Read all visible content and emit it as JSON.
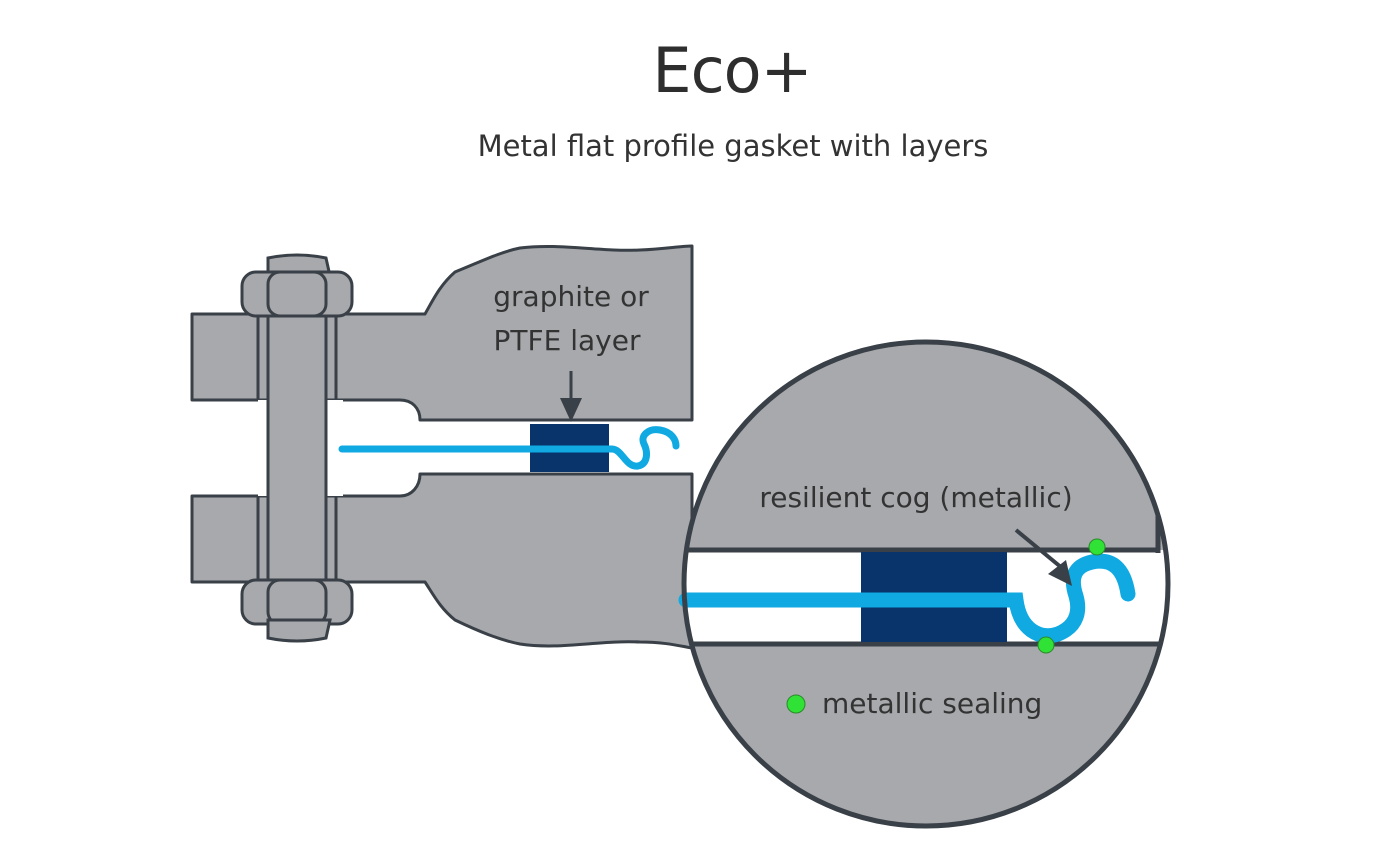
{
  "header": {
    "title": "Eco+",
    "subtitle": "Metal flat profile gasket with layers"
  },
  "labels": {
    "layer_line1": "graphite or",
    "layer_line2": "PTFE layer",
    "cog": "resilient cog (metallic)",
    "sealing": "metallic sealing"
  },
  "colors": {
    "flange": "#a7a9ac",
    "outline": "#3a4047",
    "gasket_layer": "#08336b",
    "cog": "#11a9e2",
    "sealing_point": "#31e236"
  }
}
